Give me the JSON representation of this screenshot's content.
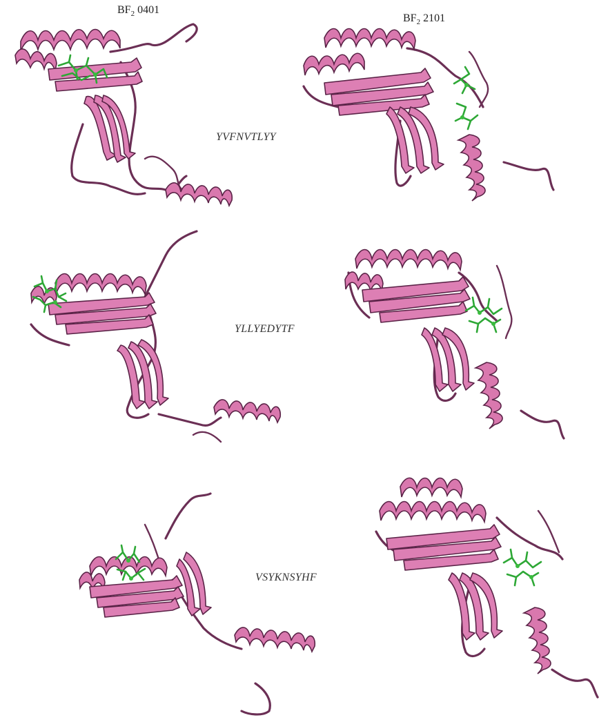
{
  "figure": {
    "columns": [
      {
        "prefix": "BF",
        "subscript": "2",
        "suffix": " 0401"
      },
      {
        "prefix": "BF",
        "subscript": "2",
        "suffix": " 2101"
      }
    ],
    "peptides": [
      "YVFNVTLYY",
      "YLLYEDYTF",
      "VSYKNSYHF"
    ],
    "colors": {
      "protein_ribbon": "#dd7fb4",
      "protein_outline": "#5a2347",
      "coil": "#6b2f55",
      "ligand": "#2ea836"
    },
    "icons": {
      "protein": "protein-cartoon-icon",
      "ligand": "ligand-stick-icon"
    }
  }
}
